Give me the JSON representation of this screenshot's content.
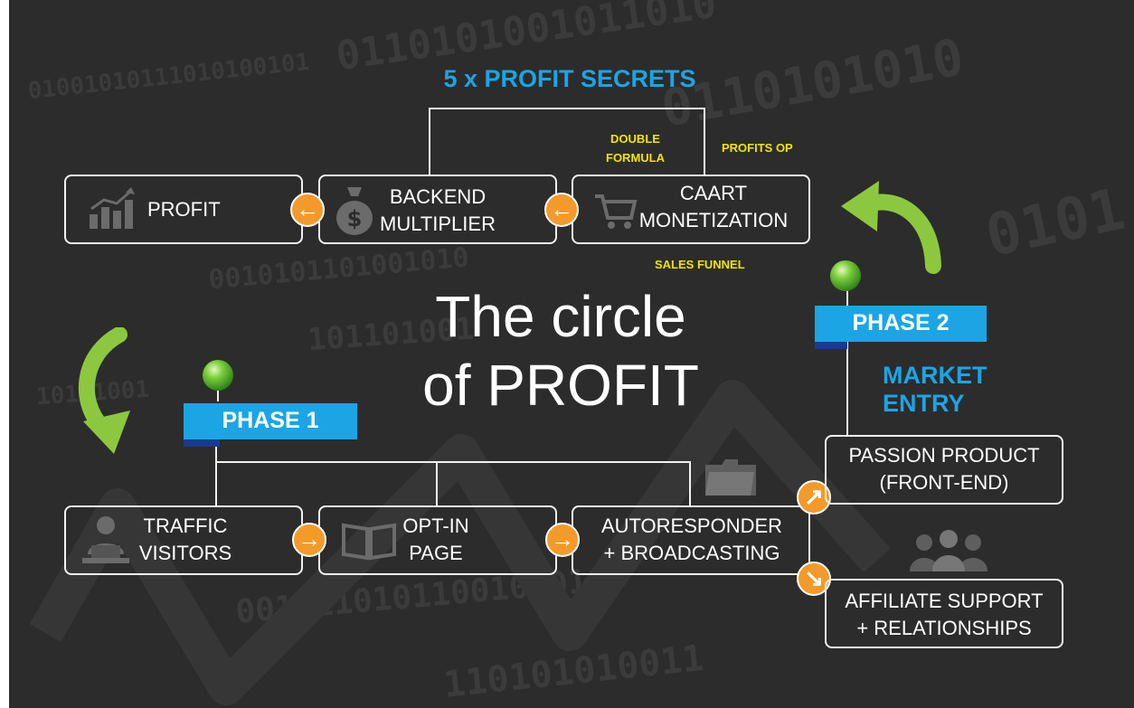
{
  "header": {
    "title": "5 x PROFIT SECRETS"
  },
  "center": {
    "line1": "The circle",
    "line2": "of PROFIT"
  },
  "top_boxes": {
    "profit": "PROFIT",
    "backend_1": "BACKEND",
    "backend_2": "MULTIPLIER",
    "cart_1": "CAART",
    "cart_2": "MONETIZATION"
  },
  "tags": {
    "double_1": "DOUBLE",
    "double_2": "FORMULA",
    "profits_op": "PROFITS OP",
    "sales_funnel": "SALES FUNNEL"
  },
  "phase1": {
    "label": "PHASE 1"
  },
  "phase2": {
    "label": "PHASE 2",
    "subtitle_1": "MARKET",
    "subtitle_2": "ENTRY"
  },
  "bottom_boxes": {
    "traffic_1": "TRAFFIC",
    "traffic_2": "VISITORS",
    "optin_1": "OPT-IN",
    "optin_2": "PAGE",
    "auto_1": "AUTORESPONDER",
    "auto_2": "+ BROADCASTING"
  },
  "right_boxes": {
    "passion_1": "PASSION PRODUCT",
    "passion_2": "(FRONT-END)",
    "affiliate_1": "AFFILIATE SUPPORT",
    "affiliate_2": "+ RELATIONSHIPS"
  },
  "icons": {
    "profit": "bar-chart-icon",
    "backend": "money-bag-icon",
    "cart": "shopping-cart-icon",
    "traffic": "person-at-laptop-icon",
    "optin": "open-book-icon",
    "autoresponder": "folder-icon",
    "affiliate": "group-people-icon",
    "arrows": "orange-arrow-icon",
    "swoosh": "green-curved-arrow-icon"
  },
  "colors": {
    "background": "#2c2c2c",
    "accent_blue": "#1ba5e5",
    "arrow_orange": "#f39a2b",
    "tag_yellow": "#f2e400",
    "swoosh_green": "#8cc83f"
  }
}
